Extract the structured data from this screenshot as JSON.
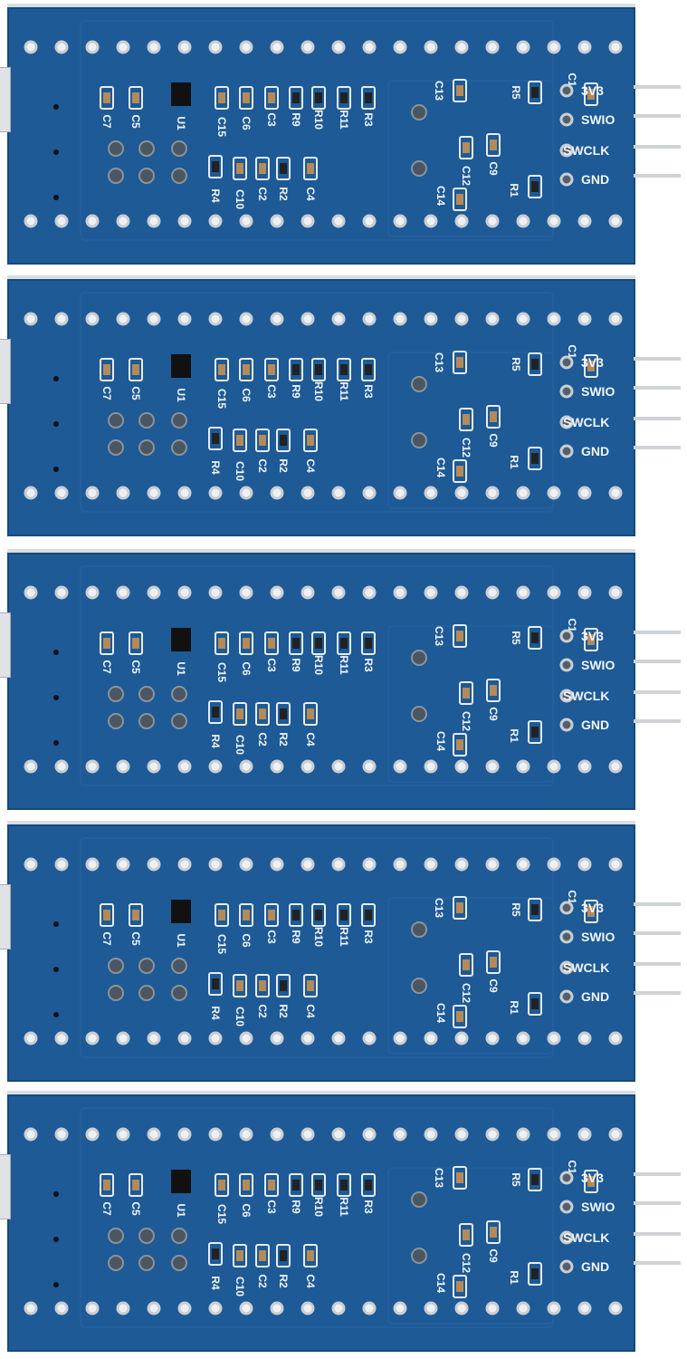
{
  "boards": 5,
  "colors": {
    "pcb": "#1d5a96",
    "silkscreen": "#f2f4f6",
    "pads": "#eef0f2"
  },
  "header_pins": [
    "3V3",
    "SWIO",
    "SWCLK",
    "GND"
  ],
  "components": [
    "C7",
    "C5",
    "U1",
    "C15",
    "C6",
    "C3",
    "R9",
    "R10",
    "R11",
    "R3",
    "C13",
    "R5",
    "C1",
    "C12",
    "C9",
    "C14",
    "R1",
    "R4",
    "C10",
    "C2",
    "R2",
    "C4"
  ]
}
